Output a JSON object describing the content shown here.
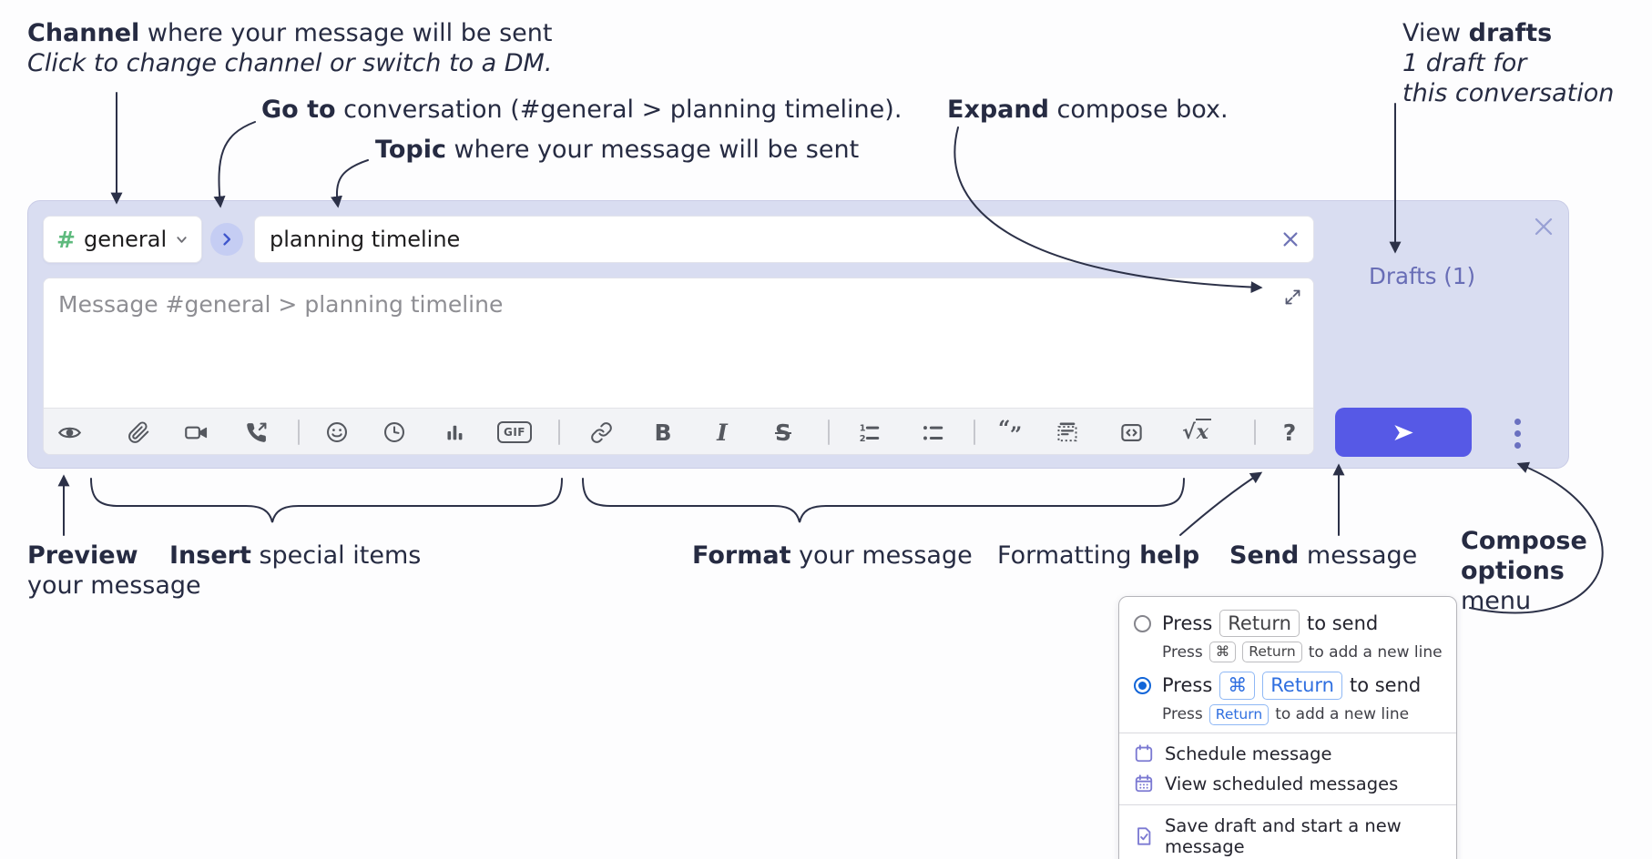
{
  "colors": {
    "compose_bg": "#d9ddf1",
    "send_button": "#5659e6",
    "drafts_link": "#686db6",
    "hash_green": "#5eba7d",
    "selected_radio_blue": "#1165d8",
    "keycap_blue": "#2f6fe0",
    "menu_icon_purple": "#7b79d2",
    "annotation_text": "#262b42",
    "toolbar_icon": "#55585f"
  },
  "annotations": {
    "channel": {
      "bold": "Channel",
      "text": " where your message will be sent",
      "subtext": "Click to change channel or switch to a DM."
    },
    "go_to": {
      "bold": "Go to",
      "text": " conversation (#general > planning timeline)."
    },
    "topic": {
      "bold": "Topic",
      "text": " where your message will be sent"
    },
    "expand": {
      "bold": "Expand",
      "text": " compose box."
    },
    "view_drafts": {
      "text": "View ",
      "bold": "drafts",
      "line2": "1 draft for",
      "line3": "this conversation"
    },
    "preview": {
      "bold": "Preview",
      "line2": "your message"
    },
    "insert": {
      "bold": "Insert",
      "text": " special items"
    },
    "format": {
      "bold": "Format",
      "text": " your message"
    },
    "formatting_help": {
      "text": "Formatting ",
      "bold": "help"
    },
    "send": {
      "bold": "Send",
      "text": " message"
    },
    "compose_options": {
      "line1": "Compose",
      "line2": "options",
      "line3": "menu"
    }
  },
  "composer": {
    "channel": {
      "hash": "#",
      "name": "general"
    },
    "topic_value": "planning timeline",
    "message_placeholder": "Message #general > planning timeline",
    "drafts_link": "Drafts (1)",
    "toolbar": {
      "gif": "GIF",
      "bold": "B",
      "italic": "I",
      "strike": "S",
      "formula_root": "√",
      "formula_x": "x",
      "help": "?"
    }
  },
  "compose_menu": {
    "option_return": {
      "prefix": "Press",
      "key": "Return",
      "suffix": "to send",
      "sub_prefix": "Press",
      "sub_key1": "⌘",
      "sub_key2": "Return",
      "sub_suffix": "to add a new line"
    },
    "option_cmd_return": {
      "prefix": "Press",
      "key1": "⌘",
      "key2": "Return",
      "suffix": "to send",
      "sub_prefix": "Press",
      "sub_key": "Return",
      "sub_suffix": "to add a new line"
    },
    "items": [
      {
        "label": "Schedule message"
      },
      {
        "label": "View scheduled messages"
      },
      {
        "label": "Save draft and start a new message"
      }
    ]
  }
}
